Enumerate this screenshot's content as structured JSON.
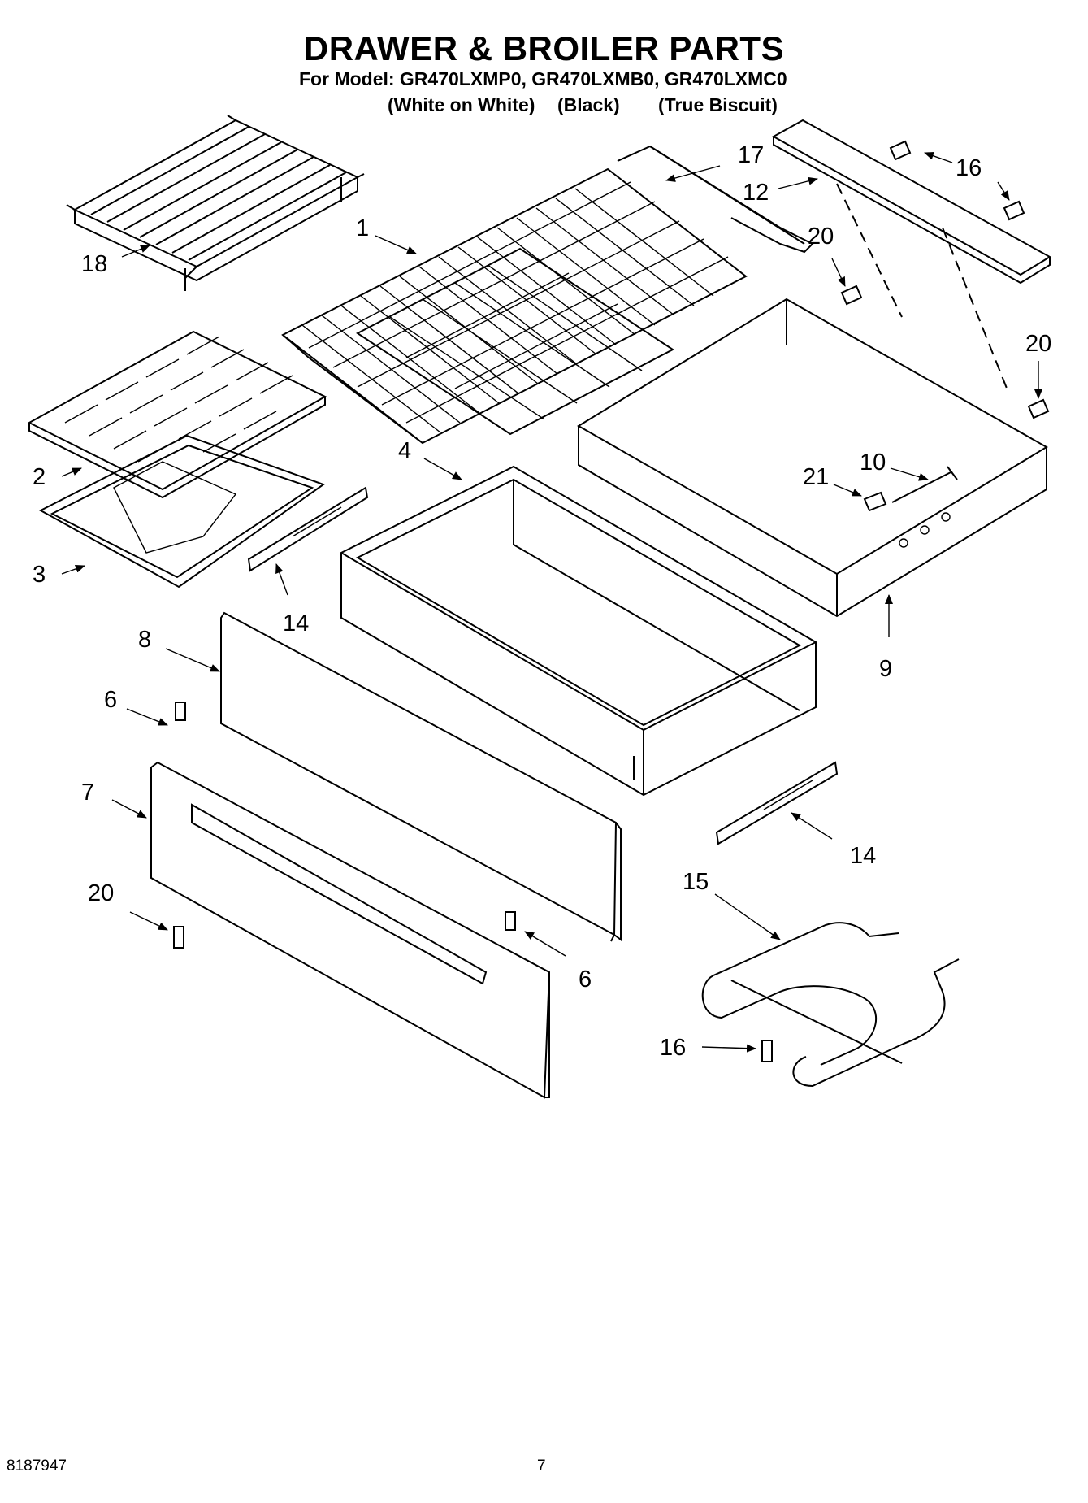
{
  "header": {
    "title": "DRAWER & BROILER PARTS",
    "subtitle": "For Model: GR470LXMP0, GR470LXMB0, GR470LXMC0",
    "color_labels": [
      "(White on White)",
      "(Black)",
      "(True Biscuit)"
    ]
  },
  "callouts": [
    "1",
    "2",
    "3",
    "4",
    "6",
    "6",
    "7",
    "8",
    "9",
    "10",
    "12",
    "14",
    "14",
    "15",
    "16",
    "16",
    "17",
    "18",
    "20",
    "20",
    "20",
    "21"
  ],
  "footer": {
    "doc_number": "8187947",
    "page_number": "7"
  }
}
